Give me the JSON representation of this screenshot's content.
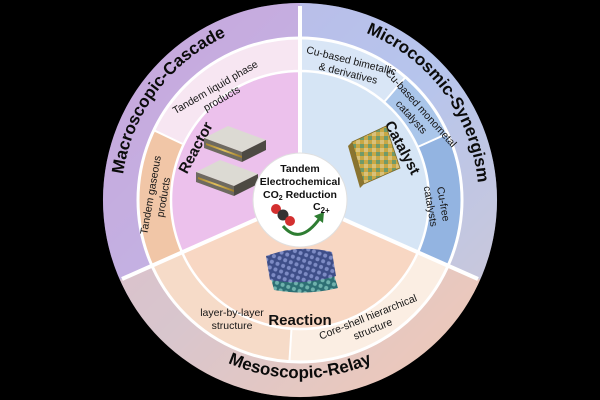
{
  "diagram": {
    "outer_ring": {
      "left": "Macroscopic-Cascade",
      "right": "Microcosmic-Synergism",
      "bottom": "Mesoscopic-Relay"
    },
    "middle_ring": {
      "tandem_liquid": [
        "Tandem liquid phase",
        "products"
      ],
      "tandem_gaseous": [
        "Tandem gaseous",
        "products"
      ],
      "cu_bimetallic": [
        "Cu-based bimetallic",
        "& derivatives"
      ],
      "cu_monometal": [
        "Cu-based monometal",
        "catalysts"
      ],
      "cu_free": [
        "Cu-free",
        "catalysts"
      ],
      "layer_by_layer": [
        "layer-by-layer",
        "structure"
      ],
      "core_shell": [
        "Core-shell hierarchical",
        "structure"
      ]
    },
    "sectors": {
      "reactor": "Reactor",
      "catalyst": "Catalyst",
      "reaction": "Reaction"
    },
    "center": {
      "line1": "Tandem",
      "line2": "Electrochemical",
      "line3_prefix": "CO",
      "line3_sub": "2",
      "line3_suffix": " Reduction",
      "product_main": "C",
      "product_sub": "2+"
    },
    "colors": {
      "reactor_sector": "#ecc1ec",
      "catalyst_sector": "#d6e5f5",
      "reaction_sector": "#f8d7c3",
      "outer_left": "#cba7dc",
      "outer_right": "#b4c6ec",
      "outer_bottom": "#f3c9b5",
      "mid_left": "#f1c6a7",
      "mid_right": "#aac6ea",
      "mid_bottom": "#f6dbc8",
      "divider": "#ffffff"
    }
  }
}
